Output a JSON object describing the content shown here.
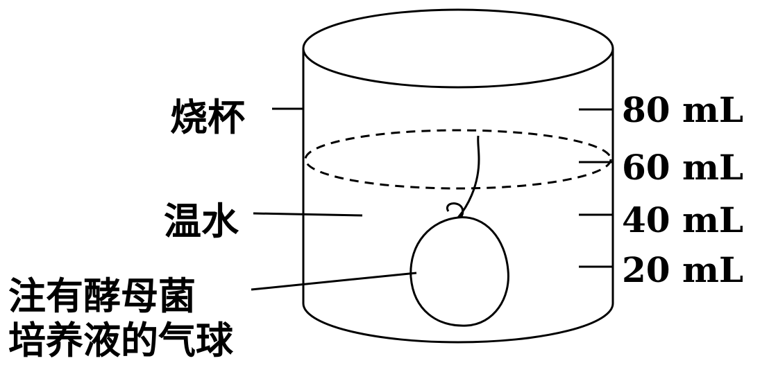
{
  "labels": {
    "beaker": "烧杯",
    "water": "温水",
    "balloon_line1": "注有酵母菌",
    "balloon_line2": "培养液的气球"
  },
  "scale": {
    "marks": [
      "80 mL",
      "60 mL",
      "40 mL",
      "20 mL"
    ]
  },
  "colors": {
    "ink": "#000000",
    "background": "#ffffff"
  }
}
